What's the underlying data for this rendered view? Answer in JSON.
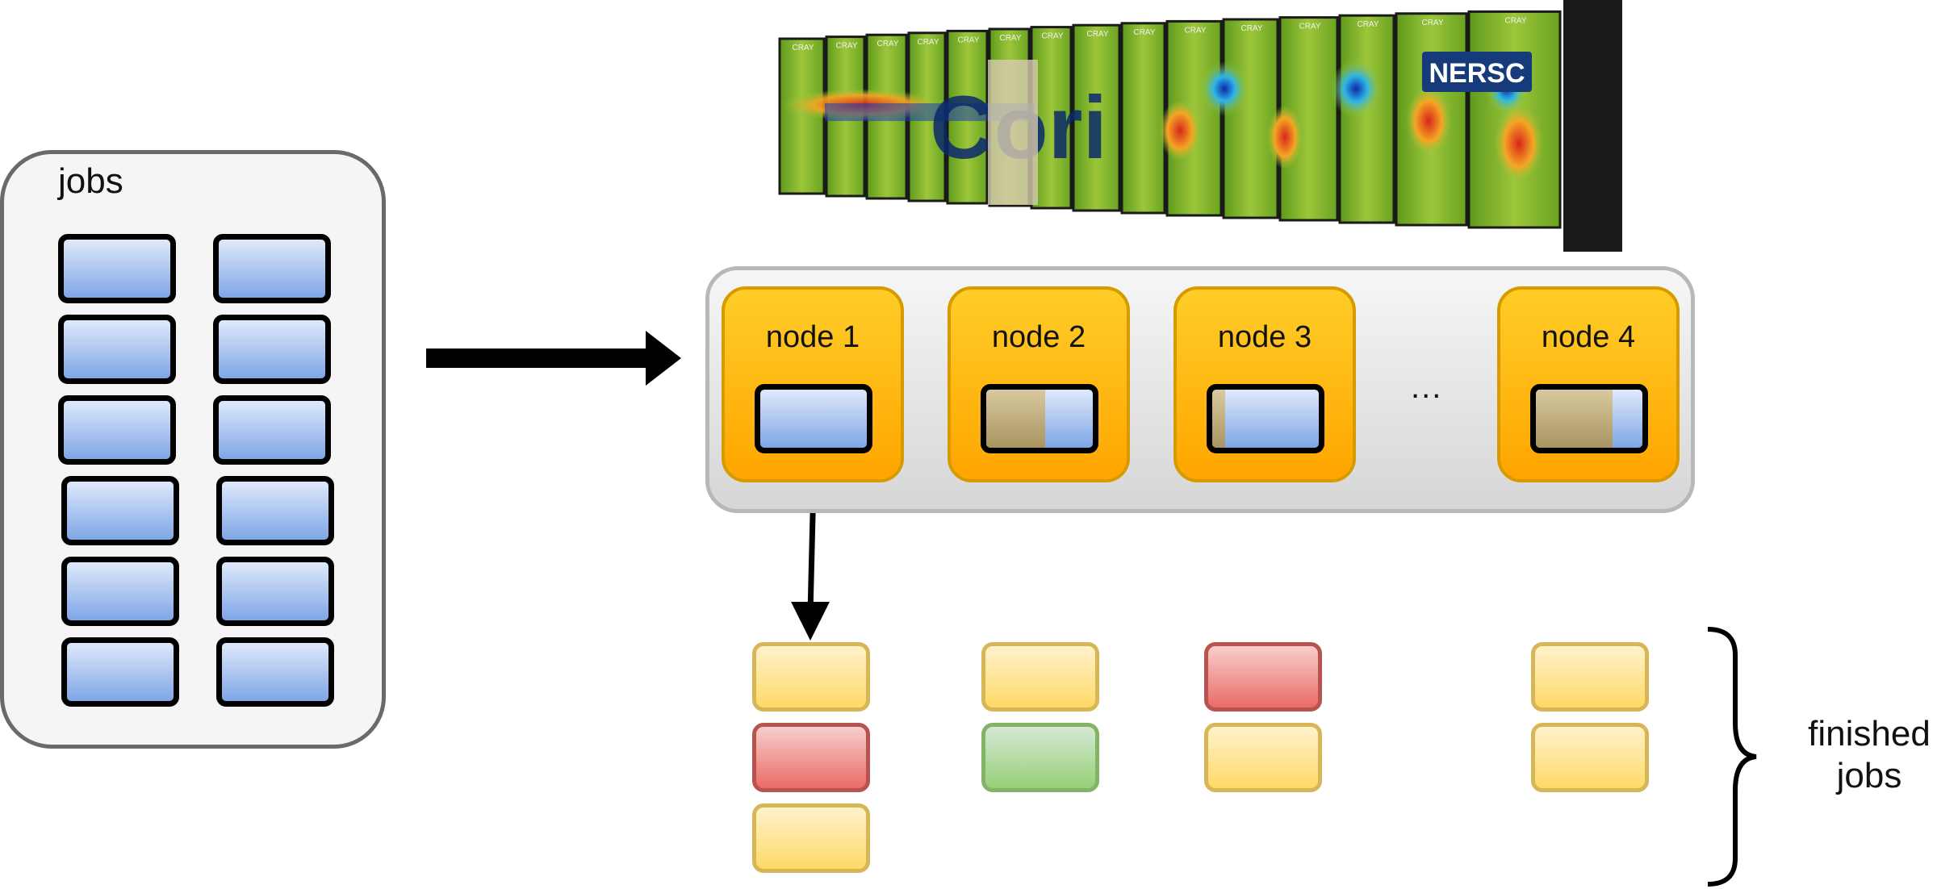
{
  "jobs_panel": {
    "title": "jobs"
  },
  "nodes": [
    {
      "label": "node 1",
      "progress": 0
    },
    {
      "label": "node 2",
      "progress": 0.55
    },
    {
      "label": "node 3",
      "progress": 0.12
    },
    {
      "label": "node 4",
      "progress": 0.72
    }
  ],
  "ellipsis": "...",
  "supercomputer": {
    "logo_text": "NERSC",
    "banner_text": "Cori",
    "cabinet_label": "CRAY"
  },
  "finished": {
    "label_line1": "finished",
    "label_line2": "jobs",
    "columns": [
      [
        "success",
        "failed",
        "success"
      ],
      [
        "success",
        "ok-green"
      ],
      [
        "failed",
        "success"
      ],
      [
        "success",
        "success"
      ]
    ]
  },
  "colors": {
    "queued_job": "#7ea6e6",
    "node": "#ffa500",
    "success": "#ffd966",
    "failed": "#ea6b66",
    "green": "#97d077"
  }
}
